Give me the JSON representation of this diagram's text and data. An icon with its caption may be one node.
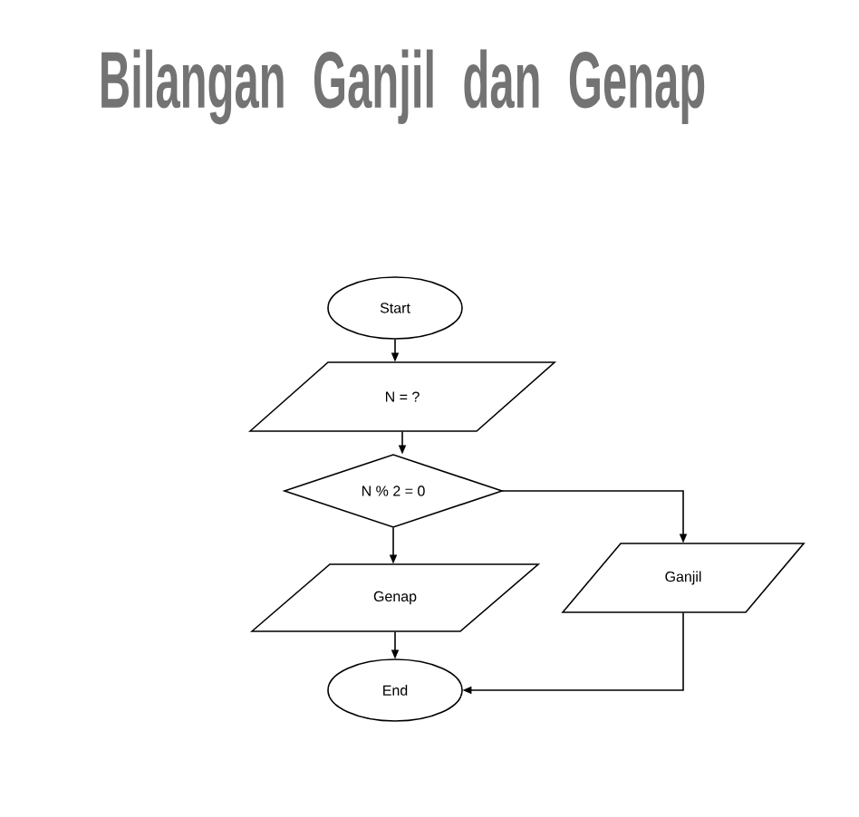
{
  "diagram": {
    "title": "Bilangan Ganjil dan Genap",
    "nodes": [
      {
        "text": [
          "Start"
        ]
      },
      {
        "text": [
          "N = ?"
        ]
      },
      {
        "text": [
          "N % 2 = 0"
        ]
      },
      {
        "text": [
          "Genap"
        ]
      },
      {
        "text": [
          "Ganjil"
        ]
      },
      {
        "text": [
          "End"
        ]
      }
    ],
    "edges": [
      {
        "from": 0,
        "to": 1,
        "arrow": "to"
      },
      {
        "from": 1,
        "to": 2,
        "arrow": "to"
      },
      {
        "from": 2,
        "to": 3,
        "arrow": "to"
      },
      {
        "from": 2,
        "to": 4,
        "arrow": "to"
      },
      {
        "from": 3,
        "to": 5,
        "arrow": "to"
      },
      {
        "from": 4,
        "to": 5,
        "arrow": "to"
      }
    ]
  }
}
